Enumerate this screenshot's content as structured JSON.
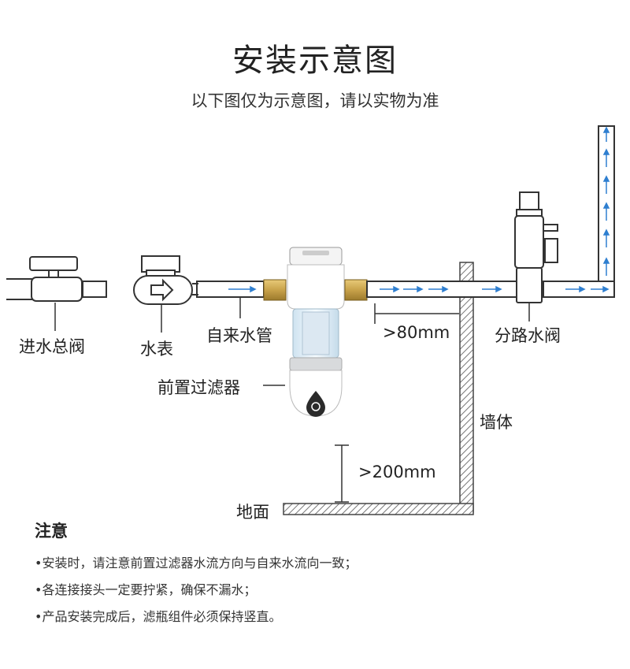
{
  "title": "安装示意图",
  "subtitle": "以下图仅为示意图，请以实物为准",
  "labels": {
    "main_valve": "进水总阀",
    "water_meter": "水表",
    "tap_pipe": "自来水管",
    "prefilter": "前置过滤器",
    "dist_80": ">80mm",
    "branch_valve": "分路水阀",
    "wall": "墙体",
    "dist_200": ">200mm",
    "ground": "地面"
  },
  "notes": {
    "title": "注意",
    "items": [
      "•安装时，请注意前置过滤器水流方向与自来水流向一致；",
      "•各连接接头一定要拧紧，确保不漏水；",
      "•产品安装完成后，滤瓶组件必须保持竖直。"
    ]
  },
  "colors": {
    "flow_arrow": "#2f7fd0",
    "brass": "#c8a24a",
    "pipe_outline": "#333333"
  },
  "icons": [
    "water-drop-icon",
    "flow-arrow-icon"
  ]
}
